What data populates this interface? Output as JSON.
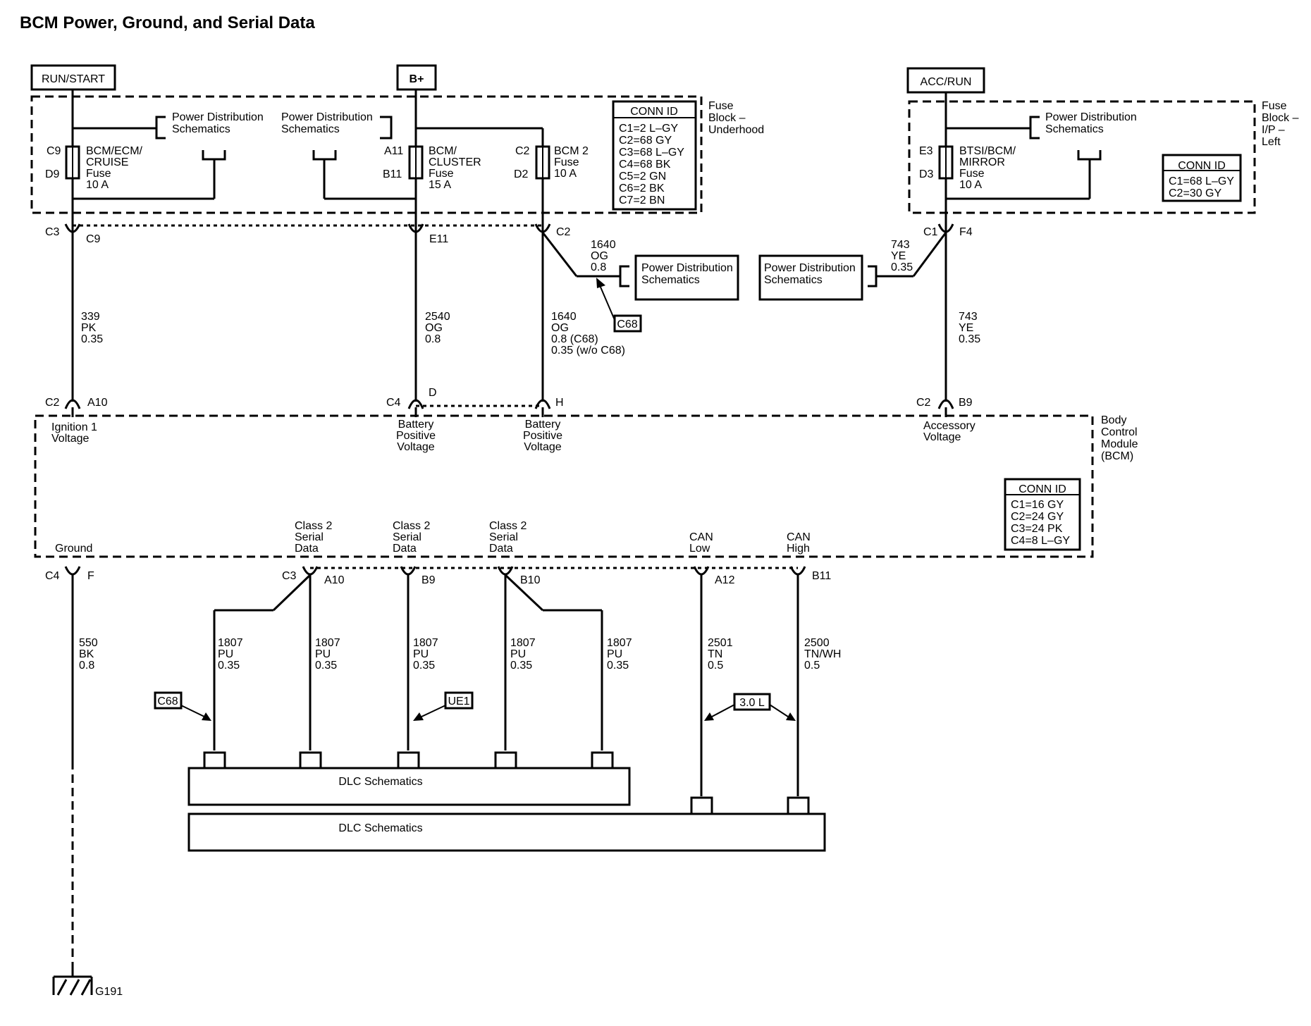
{
  "title": "BCM Power, Ground, and Serial Data",
  "sources": {
    "run_start": "RUN/START",
    "b_plus": "B+",
    "acc_run": "ACC/RUN"
  },
  "fuse_block_underhood": {
    "label": [
      "Fuse",
      "Block –",
      "Underhood"
    ],
    "pds_left": [
      "Power Distribution",
      "Schematics"
    ],
    "pds_mid": [
      "Power Distribution",
      "Schematics"
    ],
    "fuses": [
      {
        "top_pin": "C9",
        "bottom_pin": "D9",
        "label": [
          "BCM/ECM/",
          "CRUISE",
          "Fuse",
          "10 A"
        ]
      },
      {
        "top_pin": "A11",
        "bottom_pin": "B11",
        "label": [
          "BCM/",
          "CLUSTER",
          "Fuse",
          "15 A"
        ]
      },
      {
        "top_pin": "C2",
        "bottom_pin": "D2",
        "label": [
          "BCM 2",
          "Fuse",
          "10 A"
        ]
      }
    ],
    "conn_id": {
      "header": "CONN ID",
      "rows": [
        "C1=2 L–GY",
        "C2=68 GY",
        "C3=68 L–GY",
        "C4=68 BK",
        "C5=2 GN",
        "C6=2 BK",
        "C7=2 BN"
      ]
    }
  },
  "fuse_block_ip": {
    "label": [
      "Fuse",
      "Block –",
      "I/P –",
      "Left"
    ],
    "pds": [
      "Power Distribution",
      "Schematics"
    ],
    "fuse": {
      "top_pin": "E3",
      "bottom_pin": "D3",
      "label": [
        "BTSI/BCM/",
        "MIRROR",
        "Fuse",
        "10 A"
      ]
    },
    "conn_id": {
      "header": "CONN ID",
      "rows": [
        "C1=68 L–GY",
        "C2=30 GY"
      ]
    }
  },
  "fuse_connectors": {
    "c3": "C3",
    "c9": "C9",
    "e11": "E11",
    "c2": "C2",
    "c1": "C1",
    "f4": "F4"
  },
  "mid_wires": {
    "w339": [
      "339",
      "PK",
      "0.35"
    ],
    "w2540": [
      "2540",
      "OG",
      "0.8"
    ],
    "w1640_branch": [
      "1640",
      "OG",
      "0.8"
    ],
    "w1640": [
      "1640",
      "OG",
      "0.8 (C68)",
      "0.35 (w/o C68)"
    ],
    "w743_branch": [
      "743",
      "YE",
      "0.35"
    ],
    "w743": [
      "743",
      "YE",
      "0.35"
    ]
  },
  "pds_boxes": {
    "right_of_c2": [
      "Power Distribution",
      "Schematics"
    ],
    "left_of_c1": [
      "Power Distribution",
      "Schematics"
    ]
  },
  "tags": {
    "c68_top": "C68",
    "c68_bottom": "C68",
    "ue1": "UE1",
    "engine": "3.0 L"
  },
  "bcm_top_connectors": {
    "c2": "C2",
    "a10": "A10",
    "c4": "C4",
    "d": "D",
    "h": "H",
    "c2b": "C2",
    "b9": "B9"
  },
  "bcm": {
    "label": [
      "Body",
      "Control",
      "Module",
      "(BCM)"
    ],
    "ignition": [
      "Ignition 1",
      "Voltage"
    ],
    "batt1": [
      "Battery",
      "Positive",
      "Voltage"
    ],
    "batt2": [
      "Battery",
      "Positive",
      "Voltage"
    ],
    "accessory": [
      "Accessory",
      "Voltage"
    ],
    "ground": "Ground",
    "serial1": [
      "Class 2",
      "Serial",
      "Data"
    ],
    "serial2": [
      "Class 2",
      "Serial",
      "Data"
    ],
    "serial3": [
      "Class 2",
      "Serial",
      "Data"
    ],
    "can_low": [
      "CAN",
      "Low"
    ],
    "can_high": [
      "CAN",
      "High"
    ],
    "conn_id": {
      "header": "CONN ID",
      "rows": [
        "C1=16 GY",
        "C2=24 GY",
        "C3=24 PK",
        "C4=8 L–GY"
      ]
    }
  },
  "bcm_bottom_connectors": {
    "c4": "C4",
    "f": "F",
    "c3": "C3",
    "a10": "A10",
    "b9": "B9",
    "b10": "B10",
    "a12": "A12",
    "b11": "B11"
  },
  "bottom_wires": {
    "w550": [
      "550",
      "BK",
      "0.8"
    ],
    "w1807_a": [
      "1807",
      "PU",
      "0.35"
    ],
    "w1807_b": [
      "1807",
      "PU",
      "0.35"
    ],
    "w1807_c": [
      "1807",
      "PU",
      "0.35"
    ],
    "w1807_d": [
      "1807",
      "PU",
      "0.35"
    ],
    "w1807_e": [
      "1807",
      "PU",
      "0.35"
    ],
    "w2501": [
      "2501",
      "TN",
      "0.5"
    ],
    "w2500": [
      "2500",
      "TN/WH",
      "0.5"
    ]
  },
  "dlc": {
    "upper": "DLC Schematics",
    "lower": "DLC Schematics"
  },
  "ground_point": "G191"
}
